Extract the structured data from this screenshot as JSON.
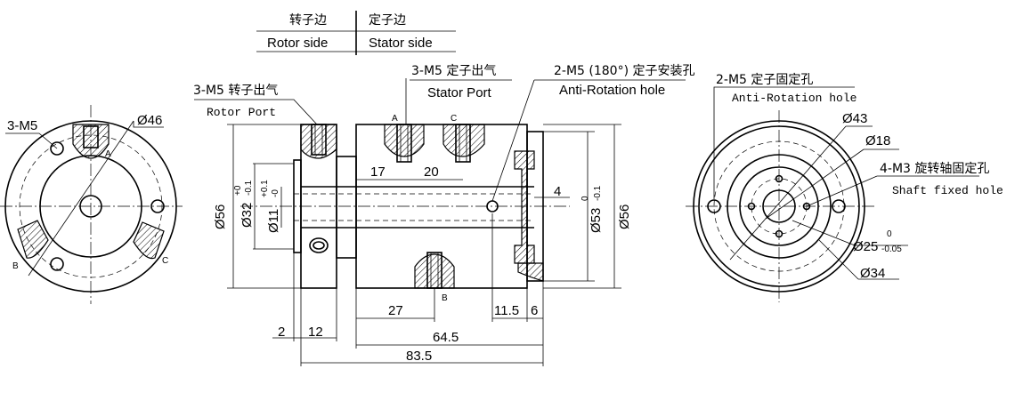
{
  "header": {
    "rotor_side_cn": "转子边",
    "rotor_side_en": "Rotor side",
    "stator_side_cn": "定子边",
    "stator_side_en": "Stator side"
  },
  "left_view": {
    "port_label": "3-M5",
    "diameter": "Ø46",
    "port_a": "A",
    "port_b": "B",
    "port_c": "C"
  },
  "side_view": {
    "rotor_port_cn": "3-M5 转子出气",
    "rotor_port_en": "Rotor Port",
    "stator_port_cn": "3-M5 定子出气",
    "stator_port_en": "Stator Port",
    "anti_rot_cn": "2-M5 (180°) 定子安装孔",
    "anti_rot_en": "Anti-Rotation hole",
    "port_a": "A",
    "port_b": "B",
    "port_c": "C",
    "dim_outer_dia": "Ø56",
    "dim_bore_32": "Ø32",
    "tol_32_upper": "+0",
    "tol_32_lower": "-0.1",
    "dim_bore_11": "Ø11",
    "tol_11_upper": "+0.1",
    "tol_11_lower": "-0",
    "dim_17": "17",
    "dim_20": "20",
    "dim_4": "4",
    "dim_53": "Ø53",
    "tol_53_upper": "0",
    "tol_53_lower": "-0.1",
    "dim_right_56": "Ø56",
    "dim_27": "27",
    "dim_11_5": "11.5",
    "dim_6": "6",
    "dim_2": "2",
    "dim_12": "12",
    "dim_64_5": "64.5",
    "dim_83_5": "83.5"
  },
  "right_view": {
    "mount_cn": "2-M5 定子固定孔",
    "mount_en": "Anti-Rotation hole",
    "dim_43": "Ø43",
    "dim_18": "Ø18",
    "shaft_cn": "4-M3 旋转轴固定孔",
    "shaft_en": "Shaft fixed hole",
    "dim_25": "Ø25",
    "tol_25_upper": "0",
    "tol_25_lower": "-0.05",
    "dim_34": "Ø34"
  }
}
